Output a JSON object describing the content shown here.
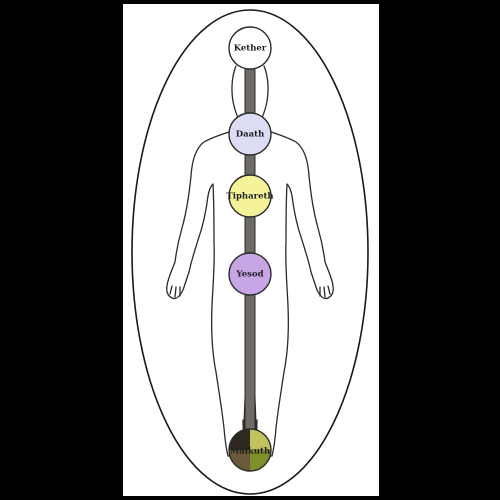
{
  "colors": {
    "background": "#000000",
    "panel": "#ffffff",
    "column": "#6e6a64"
  },
  "spheres": [
    {
      "id": "kether",
      "label": "Kether",
      "fill": "#ffffff"
    },
    {
      "id": "daath",
      "label": "Daath",
      "fill": "#dcdcf5"
    },
    {
      "id": "tiphareth",
      "label": "Tiphareth",
      "fill": "#f4f39a"
    },
    {
      "id": "yesod",
      "label": "Yesod",
      "fill": "#c7a6e6"
    },
    {
      "id": "malkuth",
      "label": "Malkuth",
      "quarters": [
        "#c2c25e",
        "#7f8f2a",
        "#6a5a3a",
        "#2e2a22"
      ]
    }
  ]
}
